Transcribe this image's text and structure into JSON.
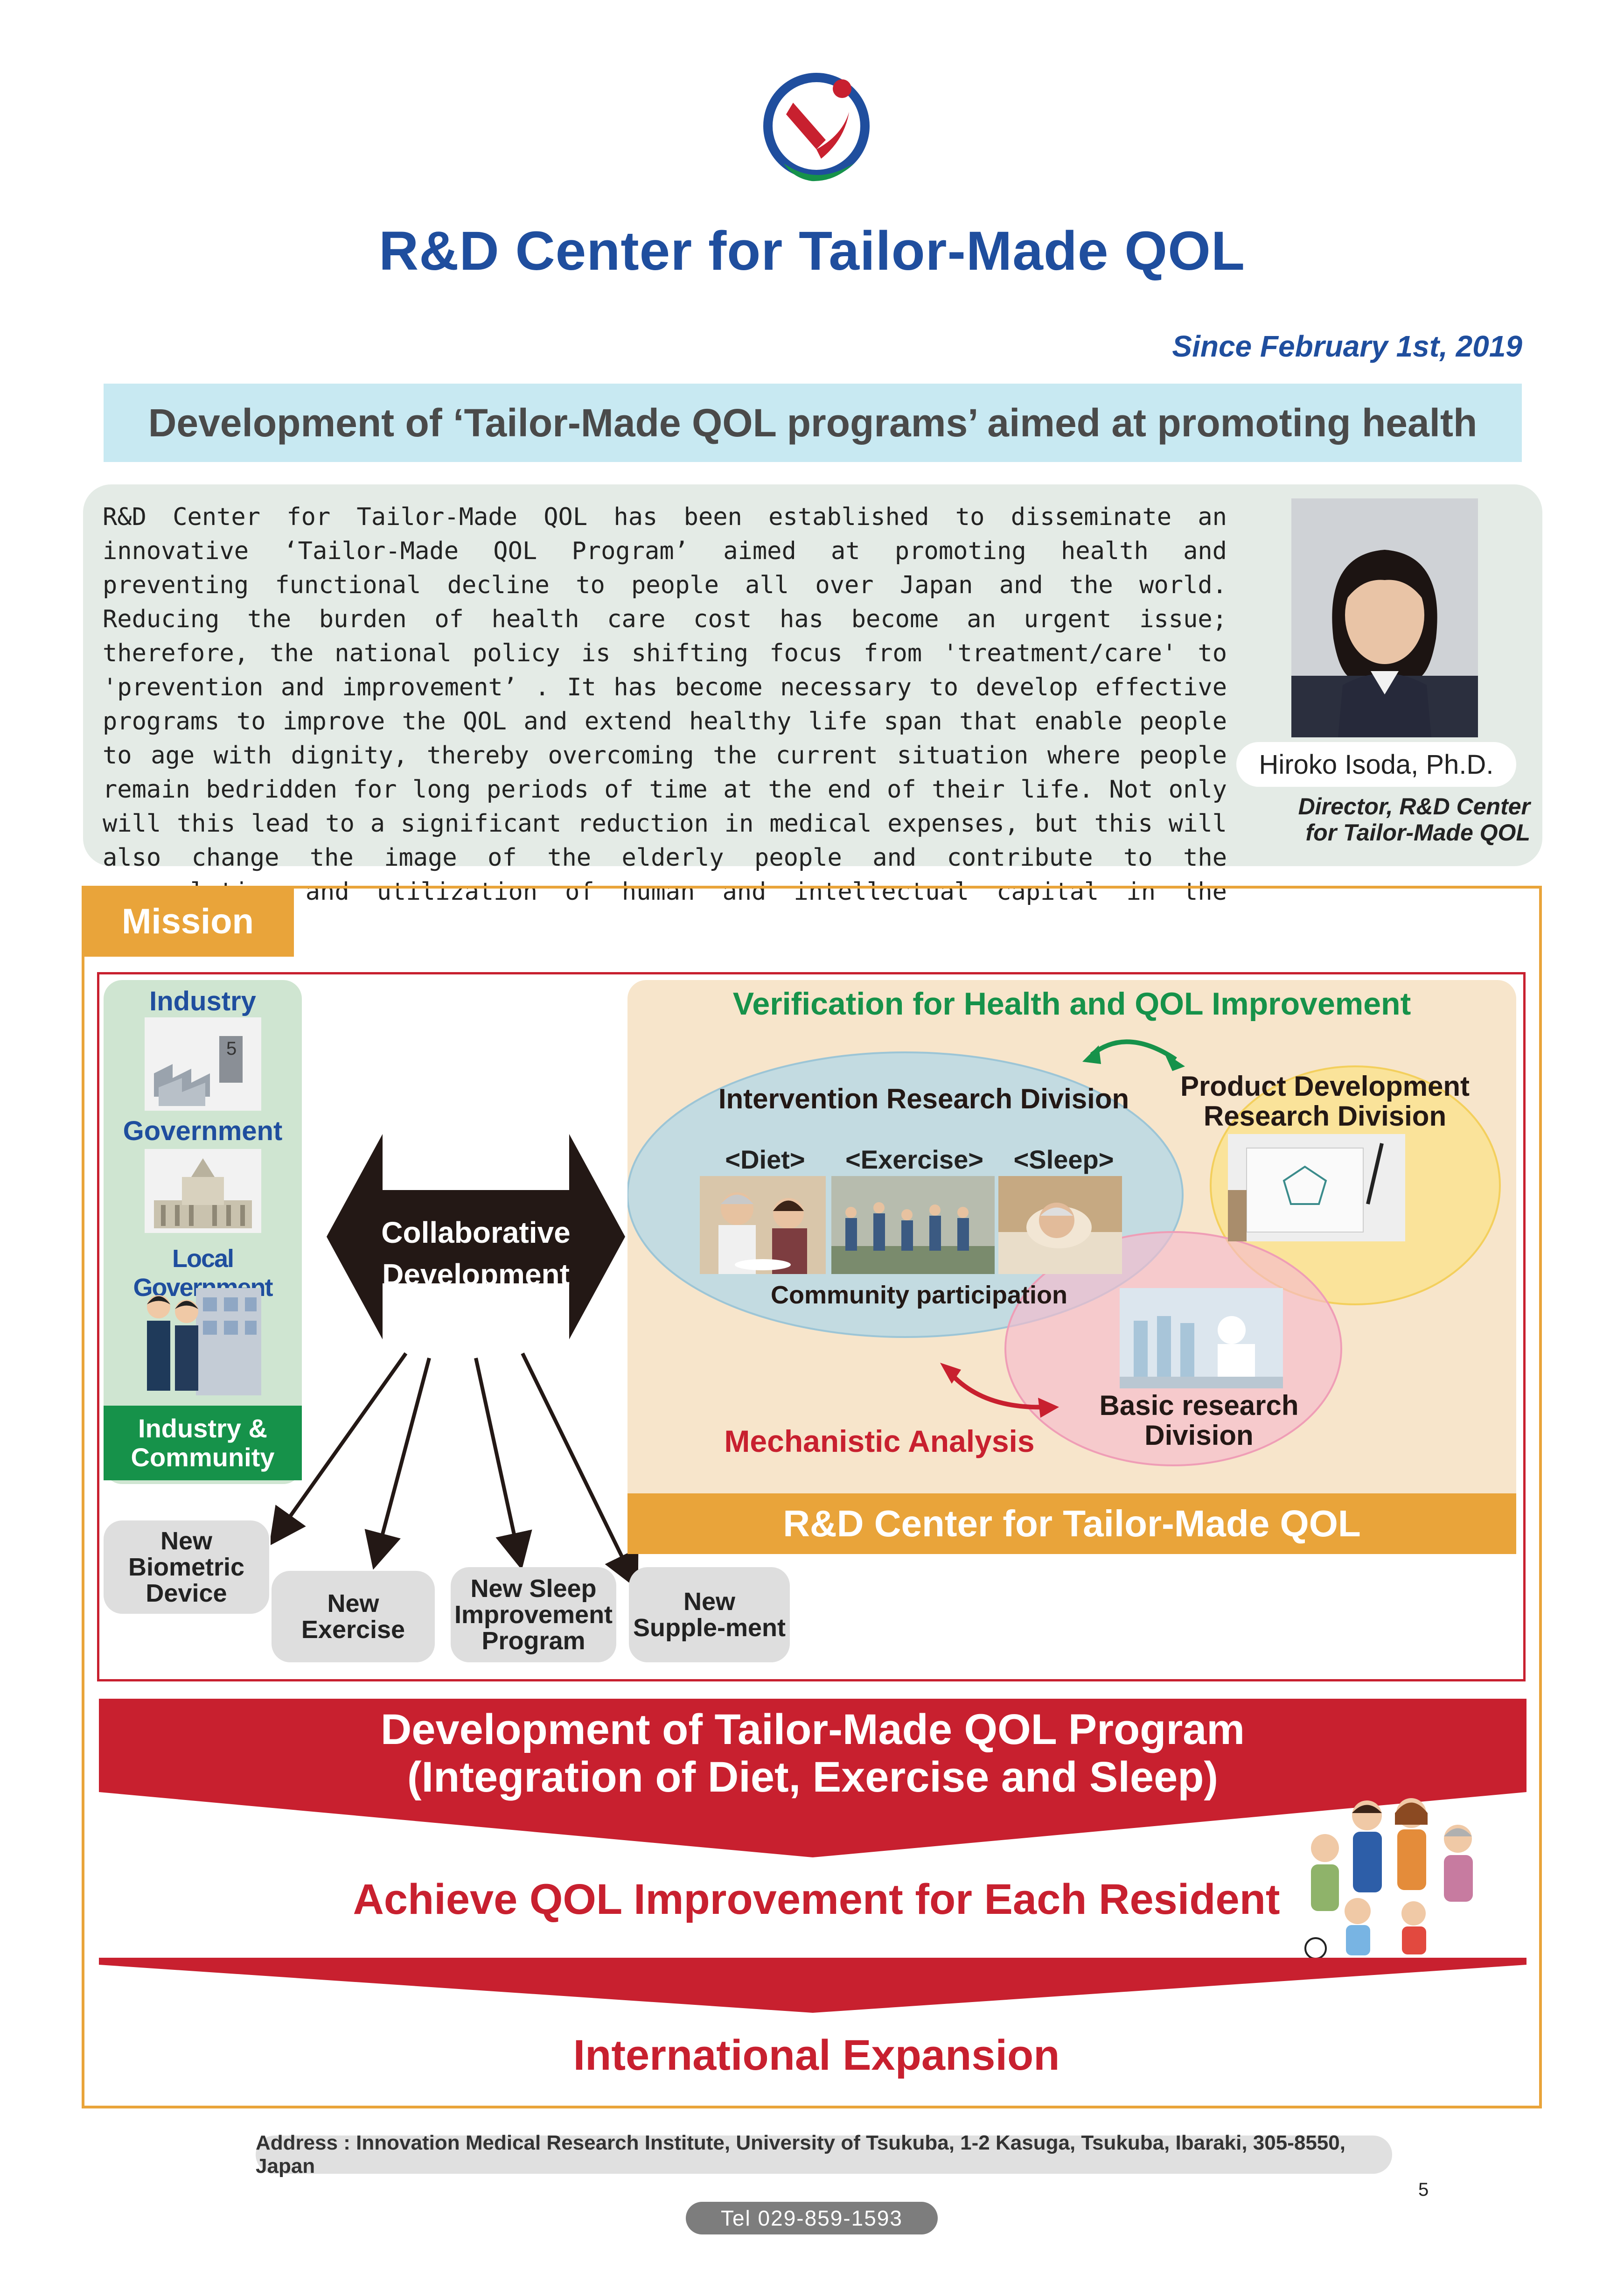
{
  "header": {
    "title": "R&D Center for Tailor-Made QOL",
    "since": "Since February 1st, 2019",
    "banner": "Development of ‘Tailor-Made QOL programs’ aimed at promoting health"
  },
  "intro": {
    "text": "R&D Center for Tailor-Made QOL has been established to disseminate an innovative ‘Tailor-Made QOL Program’ aimed at promoting health and preventing functional decline to people all over Japan and the world. Reducing the burden of health care cost has become an urgent issue; therefore, the national policy is shifting focus from 'treatment/care' to 'prevention and improvement’ . It has become necessary to develop effective programs to improve the QOL and extend healthy life span that enable people to age with dignity, thereby overcoming the current situation where people remain bedridden for long periods of time at the end of their life. Not only will this lead to a significant reduction in medical expenses, but this will also change the image of the elderly people and contribute to the accumulation and utilization of human and intellectual capital in the society.",
    "person_name": "Hiroko Isoda, Ph.D.",
    "person_role_line1": "Director, R&D Center",
    "person_role_line2": "for Tailor-Made QOL"
  },
  "mission": {
    "tab_label": "Mission",
    "left": {
      "industry": "Industry",
      "government": "Government",
      "local_government": "Local Government",
      "community_line1": "Industry &",
      "community_line2": "Community"
    },
    "collab_line1": "Collaborative",
    "collab_line2": "Development",
    "verification": "Verification for Health and QOL Improvement",
    "intervention": "Intervention Research Division",
    "diet": "<Diet>",
    "exercise": "<Exercise>",
    "sleep": "<Sleep>",
    "community_participation": "Community participation",
    "product_line1": "Product Development",
    "product_line2": "Research Division",
    "basic_line1": "Basic research",
    "basic_line2": "Division",
    "mechanistic": "Mechanistic Analysis",
    "center_bar": "R&D Center for Tailor-Made QOL",
    "outputs": {
      "biometric_l1": "New",
      "biometric_l2": "Biometric",
      "biometric_l3": "Device",
      "exercise_l1": "New",
      "exercise_l2": "Exercise",
      "sleep_l1": "New Sleep",
      "sleep_l2": "Improvement",
      "sleep_l3": "Program",
      "supp_l1": "New",
      "supp_l2": "Supple-ment"
    },
    "program_line1": "Development of Tailor-Made QOL Program",
    "program_line2": "(Integration of Diet, Exercise and Sleep)",
    "achieve": "Achieve QOL Improvement for Each Resident",
    "international": "International Expansion"
  },
  "footer": {
    "address": "Address : Innovation Medical Research Institute, University of Tsukuba, 1-2 Kasuga, Tsukuba, Ibaraki, 305-8550, Japan",
    "tel": "Tel 029-859-1593",
    "page": "5"
  },
  "colors": {
    "brand_blue": "#1f4e9e",
    "mission_orange": "#e9a43a",
    "accent_red": "#c8202f",
    "green": "#16924a"
  }
}
